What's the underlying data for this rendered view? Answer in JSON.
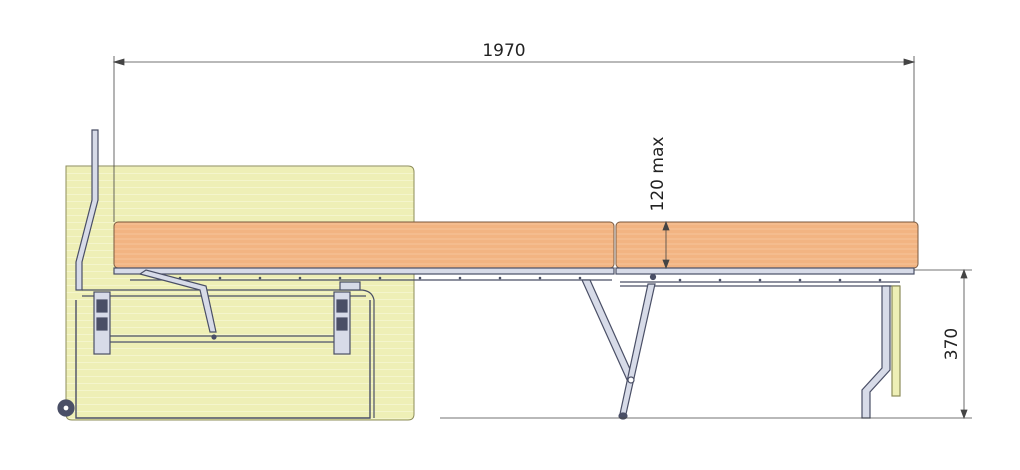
{
  "dimensions": {
    "overall_length": "1970",
    "mattress_height": "120 max",
    "frame_height": "370"
  },
  "colors": {
    "mattress_fill": "#f2b482",
    "mattress_stripe": "#f6c59a",
    "mattress_edge": "#7a5a40",
    "backrest_fill": "#eeefb6",
    "backrest_edge": "#8c8c5a",
    "frame": "#4a4f66",
    "frame_fill": "#d7dbe8",
    "dim_line": "#444444"
  }
}
